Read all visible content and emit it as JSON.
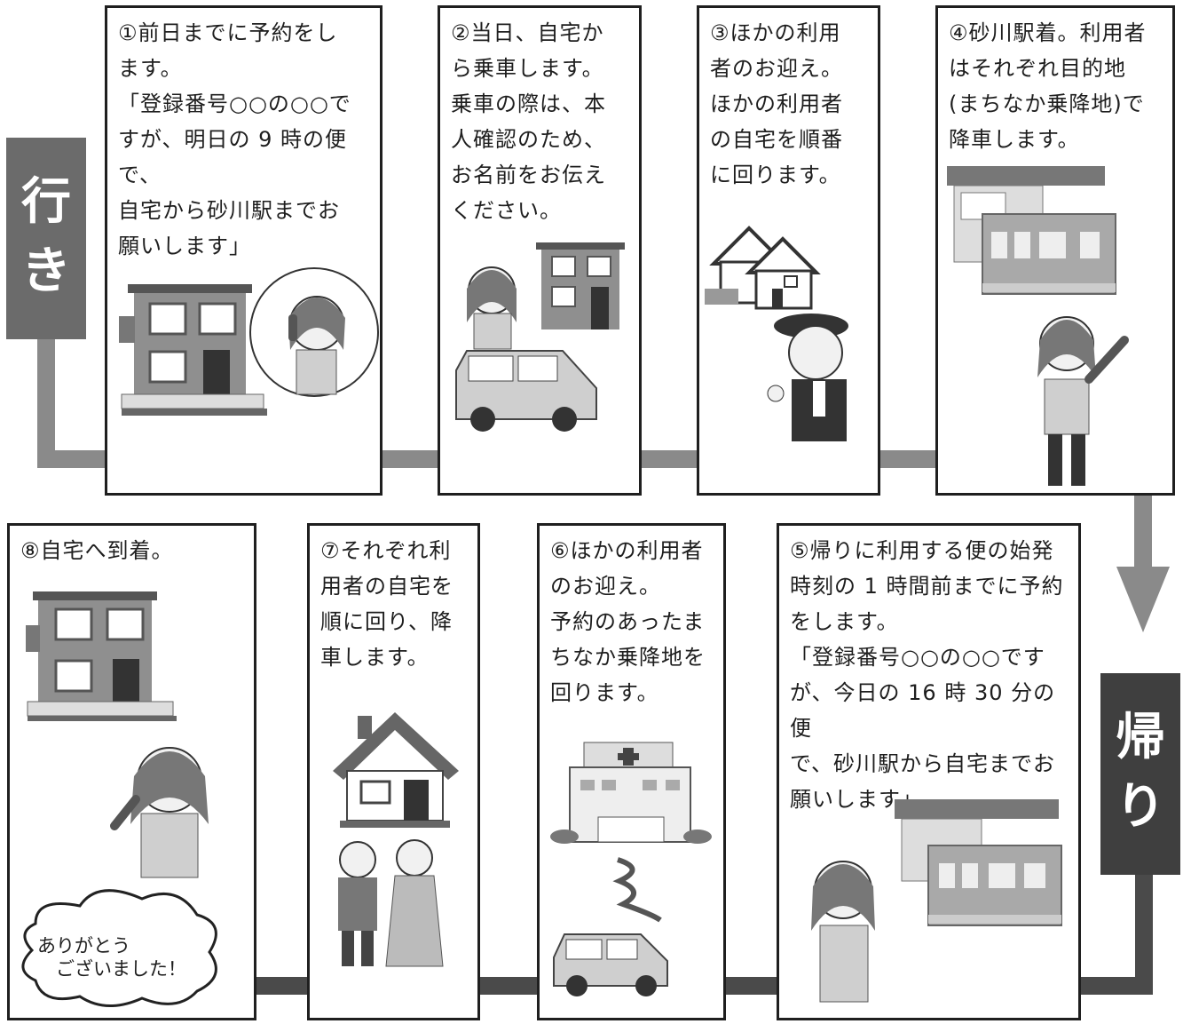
{
  "label_go": [
    "行",
    "き"
  ],
  "label_return": [
    "帰",
    "り"
  ],
  "steps": [
    {
      "id": 1,
      "text": "①前日までに予約をし\nます。\n「登録番号○○の○○で\nすが、明日の 9 時の便で、\n自宅から砂川駅までお\n願いします」"
    },
    {
      "id": 2,
      "text": "②当日、自宅か\nら乗車します。\n乗車の際は、本\n人確認のため、\nお名前をお伝え\nください。"
    },
    {
      "id": 3,
      "text": "③ほかの利用\n者のお迎え。\nほかの利用者\nの自宅を順番\nに回ります。"
    },
    {
      "id": 4,
      "text": "④砂川駅着。利用者\nはそれぞれ目的地\n(まちなか乗降地)で\n降車します。"
    },
    {
      "id": 5,
      "text": "⑤帰りに利用する便の始発\n時刻の 1 時間前までに予約\nをします。\n「登録番号○○の○○です\nが、今日の 16 時 30 分の便\nで、砂川駅から自宅までお\n願いします」"
    },
    {
      "id": 6,
      "text": "⑥ほかの利用者\nのお迎え。\n予約のあったま\nちなか乗降地を\n回ります。"
    },
    {
      "id": 7,
      "text": "⑦それぞれ利\n用者の自宅を\n順に回り、降\n車します。"
    },
    {
      "id": 8,
      "text": "⑧自宅へ到着。"
    }
  ],
  "thanks": "ありがとう\n　ございました！",
  "colors": {
    "go_label": "#6b6b6b",
    "return_label": "#3f3f3f",
    "arrow_top": "#8a8a8a",
    "arrow_bottom": "#4a4a4a",
    "border": "#1f1f1f"
  }
}
